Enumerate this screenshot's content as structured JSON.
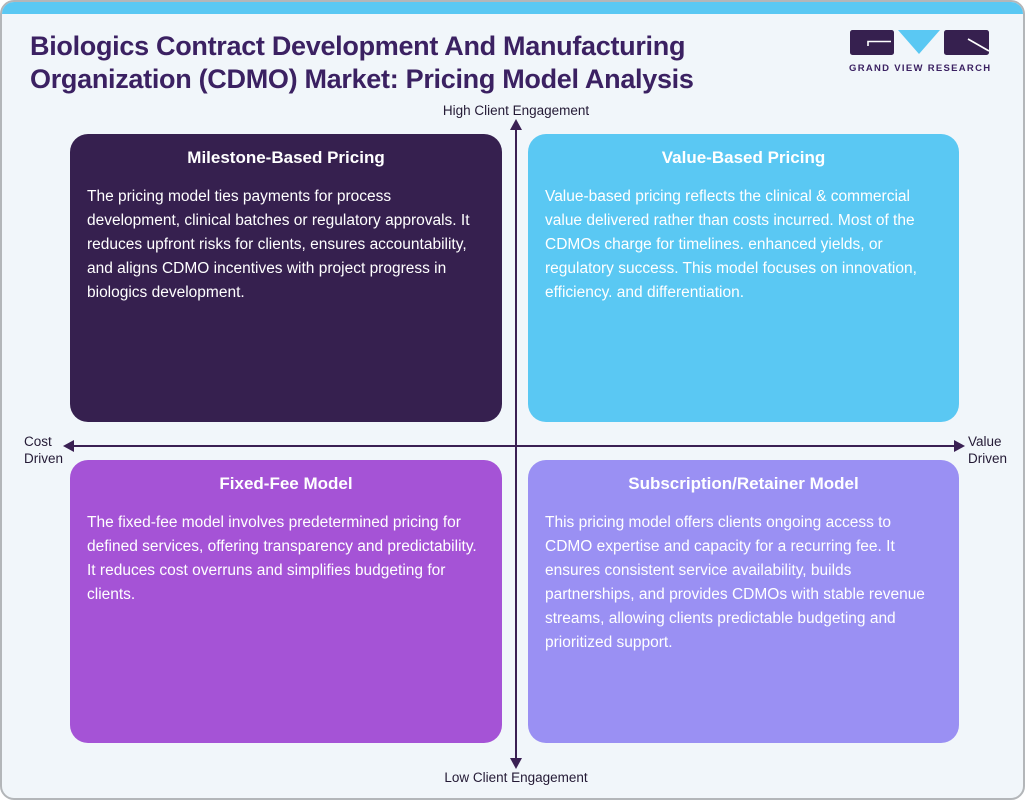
{
  "colors": {
    "page-bg": "#f1f6fa",
    "frame-border": "#b3b6b9",
    "strip-blue": "#5ac8f3",
    "title-purple": "#3b2162",
    "axis-purple": "#3a2053",
    "axis-label": "#241a35",
    "q1-bg": "#36204f",
    "q2-bg": "#5ac8f3",
    "q3-bg": "#a553d6",
    "q4-bg": "#9a90f3",
    "box-text": "#ffffff"
  },
  "header": {
    "title_line1": "Biologics Contract Development And Manufacturing",
    "title_line2": "Organization (CDMO) Market: Pricing Model Analysis",
    "logo_text": "GRAND VIEW RESEARCH"
  },
  "axes": {
    "top": "High Client Engagement",
    "bottom": "Low Client Engagement",
    "left": "Cost Driven",
    "right": "Value Driven"
  },
  "quadrants": [
    {
      "title": "Milestone-Based Pricing",
      "body": "The pricing model ties payments for process development, clinical batches or regulatory approvals. It reduces upfront risks for clients, ensures accountability, and aligns CDMO incentives with project progress in biologics development."
    },
    {
      "title": "Value-Based Pricing",
      "body": "Value-based pricing reflects the clinical & commercial value delivered rather than costs incurred. Most of the CDMOs charge for timelines. enhanced yields, or regulatory success. This model focuses on innovation, efficiency. and differentiation."
    },
    {
      "title": "Fixed-Fee Model",
      "body": "The fixed-fee model involves predetermined pricing for defined services, offering transparency and predictability. It reduces cost overruns and simplifies budgeting for clients."
    },
    {
      "title": "Subscription/Retainer Model",
      "body": "This pricing model offers clients ongoing access to CDMO expertise and capacity for a recurring fee. It ensures consistent service availability, builds partnerships, and provides CDMOs with stable revenue streams, allowing clients predictable budgeting and prioritized support."
    }
  ]
}
